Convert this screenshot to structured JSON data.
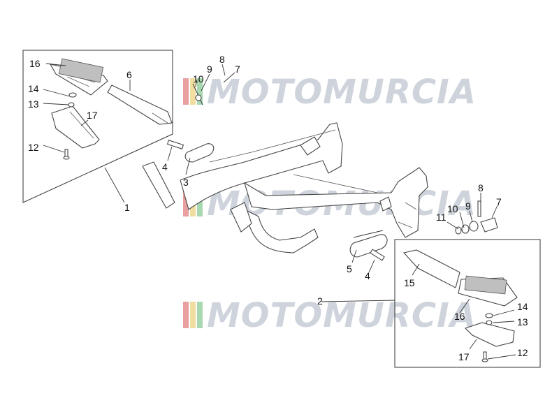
{
  "watermark": {
    "text": "MOTOMURCIA",
    "colors": {
      "red": "#e8a0a0",
      "yellow": "#f0dfa0",
      "green": "#a8d8b0",
      "text": "#cfd4dc"
    }
  },
  "callouts": {
    "c1": "1",
    "c2": "2",
    "c3": "3",
    "c4a": "4",
    "c4b": "4",
    "c5": "5",
    "c6": "6",
    "c7a": "7",
    "c7b": "7",
    "c8a": "8",
    "c8b": "8",
    "c9a": "9",
    "c9b": "9",
    "c10a": "10",
    "c10b": "10",
    "c11": "11",
    "c12a": "12",
    "c12b": "12",
    "c13a": "13",
    "c13b": "13",
    "c14a": "14",
    "c14b": "14",
    "c15": "15",
    "c16a": "16",
    "c16b": "16",
    "c17a": "17",
    "c17b": "17"
  }
}
